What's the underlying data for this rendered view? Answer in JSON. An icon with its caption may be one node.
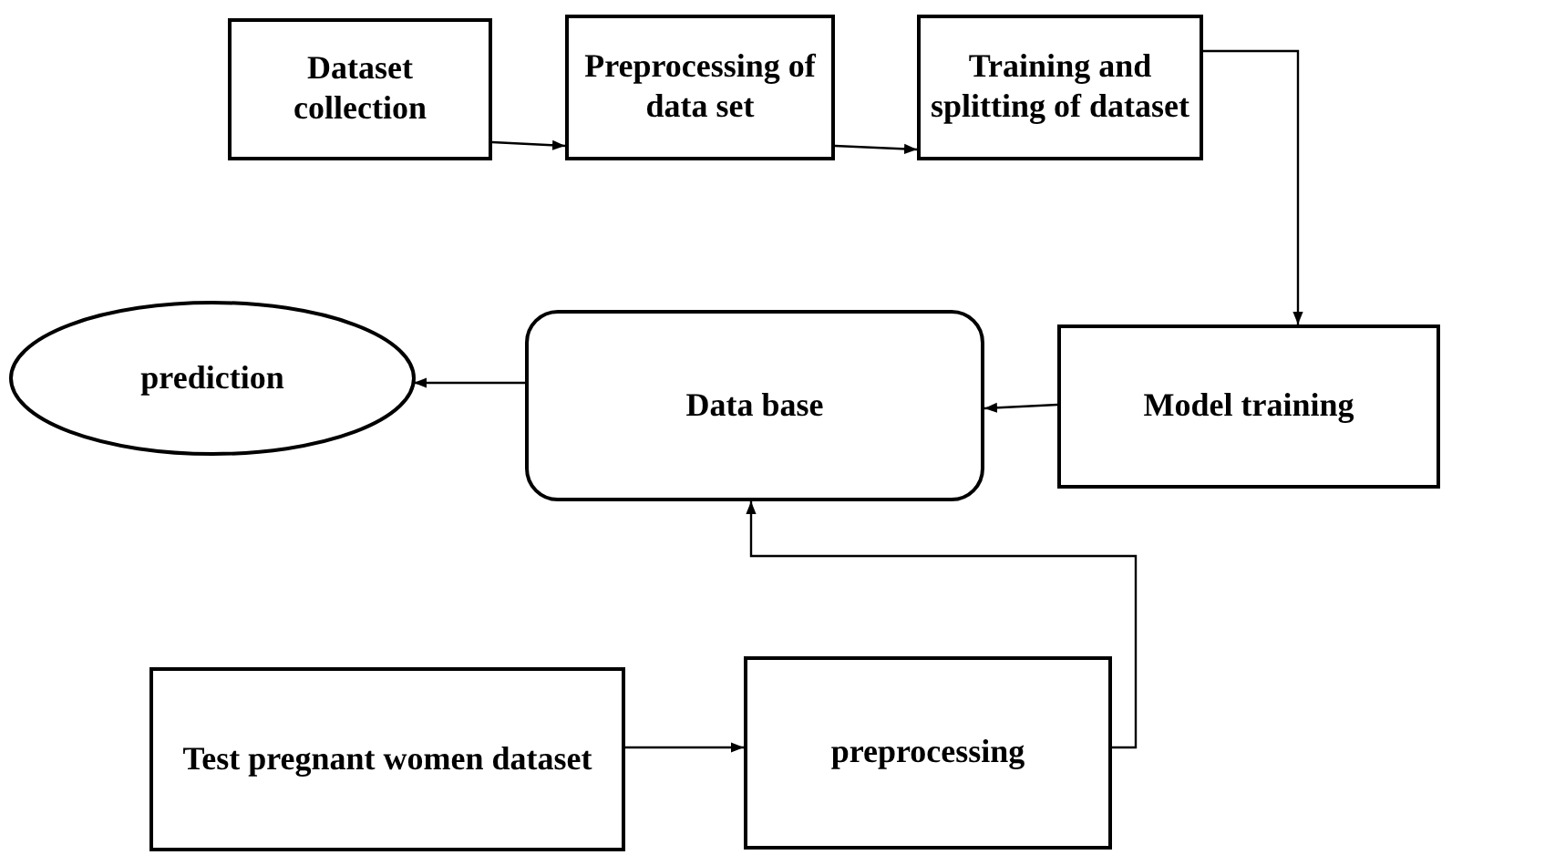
{
  "diagram": {
    "nodes": [
      {
        "text": [
          "Dataset collection"
        ]
      },
      {
        "text": [
          "Preprocessing of data set"
        ]
      },
      {
        "text": [
          "Training and splitting of dataset"
        ]
      },
      {
        "text": [
          "Model training"
        ]
      },
      {
        "text": [
          "Data base"
        ]
      },
      {
        "text": [
          "prediction"
        ]
      },
      {
        "text": [
          "Test pregnant women dataset"
        ]
      },
      {
        "text": [
          "preprocessing"
        ]
      }
    ],
    "edges": [
      {
        "from": 0,
        "to": 1,
        "arrow": "to"
      },
      {
        "from": 1,
        "to": 2,
        "arrow": "to"
      },
      {
        "from": 2,
        "to": 3,
        "arrow": "to"
      },
      {
        "from": 3,
        "to": 4,
        "arrow": "to"
      },
      {
        "from": 4,
        "to": 5,
        "arrow": "to"
      },
      {
        "from": 6,
        "to": 7,
        "arrow": "to"
      },
      {
        "from": 7,
        "to": 4,
        "arrow": "to"
      }
    ]
  }
}
